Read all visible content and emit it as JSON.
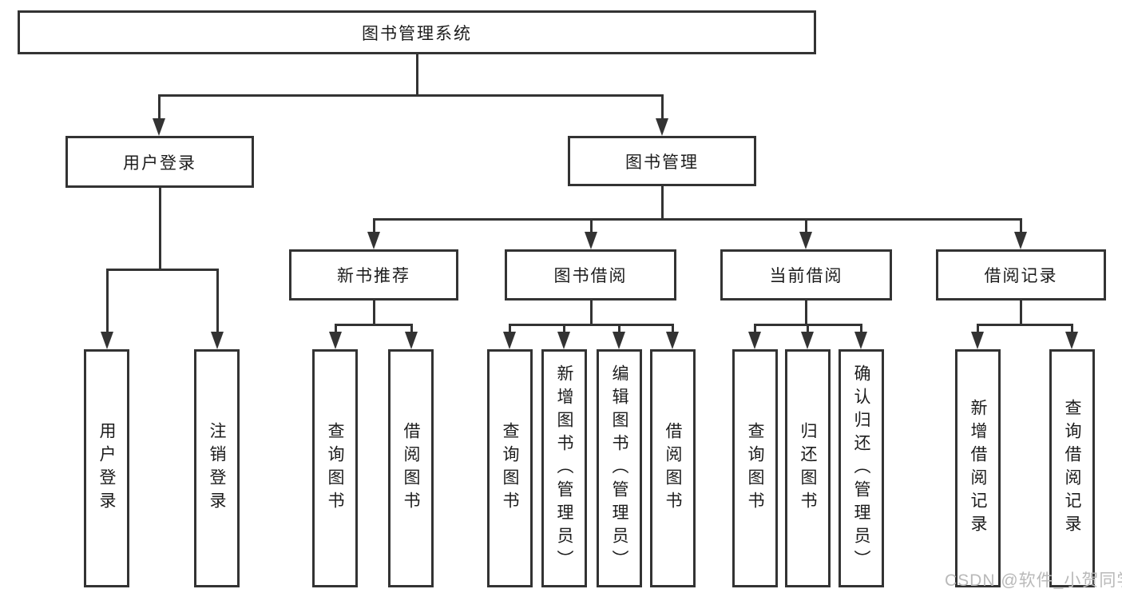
{
  "diagram_type": "hierarchy-tree",
  "tree": {
    "root": {
      "label": "图书管理系统",
      "children": [
        {
          "label": "用户登录",
          "children": [
            {
              "label": "用户登录"
            },
            {
              "label": "注销登录"
            }
          ]
        },
        {
          "label": "图书管理",
          "children": [
            {
              "label": "新书推荐",
              "children": [
                {
                  "label": "查询图书"
                },
                {
                  "label": "借阅图书"
                }
              ]
            },
            {
              "label": "图书借阅",
              "children": [
                {
                  "label": "查询图书"
                },
                {
                  "label": "新增图书（管理员）"
                },
                {
                  "label": "编辑图书（管理员）"
                },
                {
                  "label": "借阅图书"
                }
              ]
            },
            {
              "label": "当前借阅",
              "children": [
                {
                  "label": "查询图书"
                },
                {
                  "label": "归还图书"
                },
                {
                  "label": "确认归还（管理员）"
                }
              ]
            },
            {
              "label": "借阅记录",
              "children": [
                {
                  "label": "新增借阅记录"
                },
                {
                  "label": "查询借阅记录"
                }
              ]
            }
          ]
        }
      ]
    }
  },
  "watermark": {
    "text": "CSDN @软件_小贺同学"
  },
  "colors": {
    "line": "#333333",
    "text": "#1c1c1c",
    "watermark": "#b9b9b9",
    "background": "#ffffff"
  }
}
